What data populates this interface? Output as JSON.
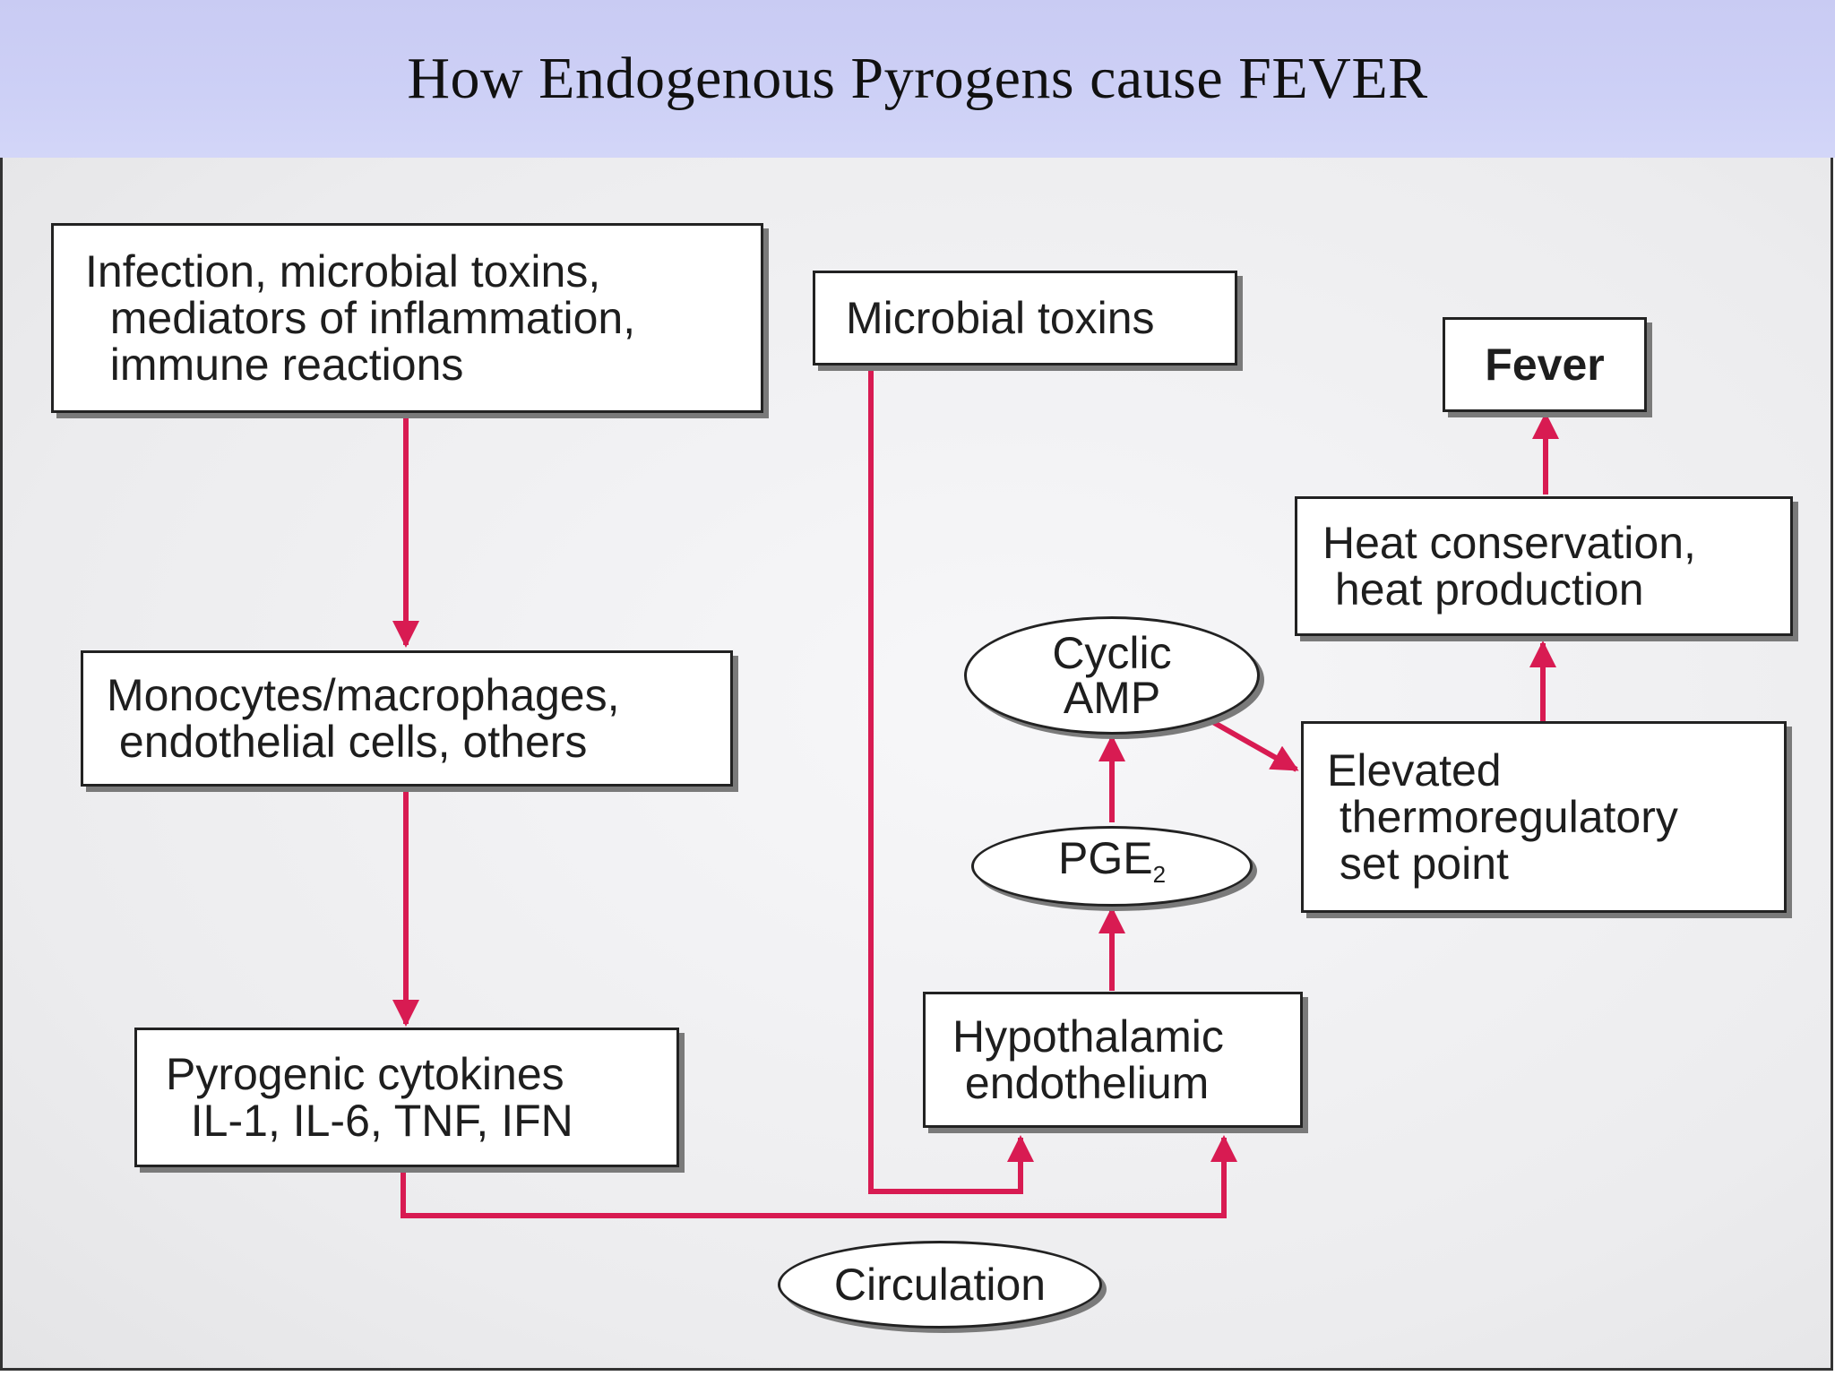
{
  "slide": {
    "title": "How Endogenous Pyrogens cause FEVER"
  },
  "diagram": {
    "nodes": {
      "infection": "Infection, microbial toxins,\n  mediators of inflammation,\n  immune reactions",
      "microbial_toxins": "Microbial toxins",
      "fever": "Fever",
      "monocytes": "Monocytes/macrophages,\n endothelial cells, others",
      "heat": "Heat conservation,\n heat production",
      "cyclic_amp": "Cyclic\nAMP",
      "pge2_main": "PGE",
      "pge2_sub": "2",
      "elevated": "Elevated\n thermoregulatory\n set point",
      "pyrogenic": "Pyrogenic cytokines\n  IL-1, IL-6, TNF, IFN",
      "hypothalamic": "Hypothalamic\n endothelium",
      "circulation": "Circulation"
    },
    "colors": {
      "arrow": "#d81b52",
      "box_border": "#222222",
      "title_band": "#cdd0f6"
    }
  }
}
